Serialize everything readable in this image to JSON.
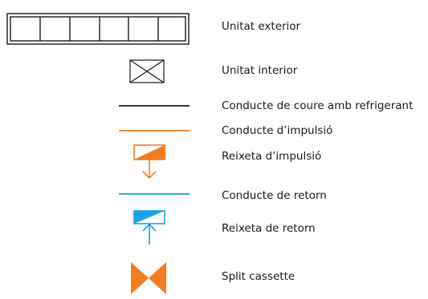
{
  "legend": {
    "items": [
      {
        "id": "outdoor-unit",
        "label": "Unitat exterior"
      },
      {
        "id": "indoor-unit",
        "label": "Unitat interior"
      },
      {
        "id": "copper-pipe",
        "label": "Conducte de coure amb refrigerant"
      },
      {
        "id": "supply-duct",
        "label": "Conducte d’impulsió"
      },
      {
        "id": "supply-grille",
        "label": "Reixeta d’impulsió"
      },
      {
        "id": "return-duct",
        "label": "Conducte de retorn"
      },
      {
        "id": "return-grille",
        "label": "Reixeta de retorn"
      },
      {
        "id": "split-cassette",
        "label": "Split cassette"
      }
    ]
  },
  "colors": {
    "black": "#1a1a1a",
    "orange": "#f47c20",
    "blue": "#1aa3e0"
  }
}
